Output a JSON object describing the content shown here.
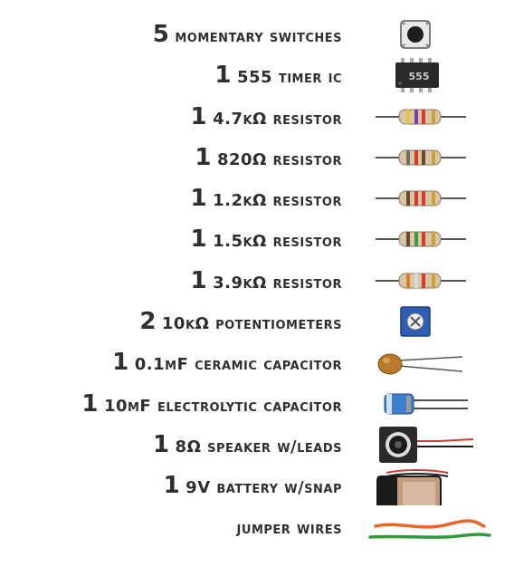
{
  "items": [
    {
      "qty": "5",
      "name": "momentary switches",
      "icon": "push-button-icon"
    },
    {
      "qty": "1",
      "name": "555 timer ic",
      "icon": "ic-chip-icon",
      "chip_text": "555"
    },
    {
      "qty": "1",
      "name": "4.7kΩ resistor",
      "icon": "resistor-icon",
      "bands": [
        "#e8c23a",
        "#7b3fa0",
        "#d33c2b",
        "#c9a23a"
      ]
    },
    {
      "qty": "1",
      "name": "820Ω resistor",
      "icon": "resistor-icon",
      "bands": [
        "#7a6a5a",
        "#d33c2b",
        "#6b4a2b",
        "#c9a23a"
      ]
    },
    {
      "qty": "1",
      "name": "1.2kΩ resistor",
      "icon": "resistor-icon",
      "bands": [
        "#6b4a2b",
        "#d33c2b",
        "#d33c2b",
        "#c9a23a"
      ]
    },
    {
      "qty": "1",
      "name": "1.5kΩ resistor",
      "icon": "resistor-icon",
      "bands": [
        "#6b4a2b",
        "#3c9a3c",
        "#d33c2b",
        "#c9a23a"
      ]
    },
    {
      "qty": "1",
      "name": "3.9kΩ resistor",
      "icon": "resistor-icon",
      "bands": [
        "#e07b25",
        "#d9d9d9",
        "#d33c2b",
        "#c9a23a"
      ]
    },
    {
      "qty": "2",
      "name": "10kΩ potentiometers",
      "icon": "potentiometer-icon"
    },
    {
      "qty": "1",
      "name": "0.1μF ceramic capacitor",
      "icon": "ceramic-capacitor-icon"
    },
    {
      "qty": "1",
      "name": "10μF electrolytic capacitor",
      "icon": "electrolytic-capacitor-icon"
    },
    {
      "qty": "1",
      "name": "8Ω speaker w/leads",
      "icon": "speaker-icon"
    },
    {
      "qty": "1",
      "name": "9V battery w/snap",
      "icon": "battery-icon"
    },
    {
      "qty": "",
      "name": "jumper wires",
      "icon": "jumper-wires-icon"
    }
  ],
  "colors": {
    "text": "#2f2f2f",
    "resistor_body": "#d9c6a8",
    "wire_orange": "#e8672a",
    "wire_green": "#2f9a3a",
    "pot_blue": "#2f5fb5"
  }
}
